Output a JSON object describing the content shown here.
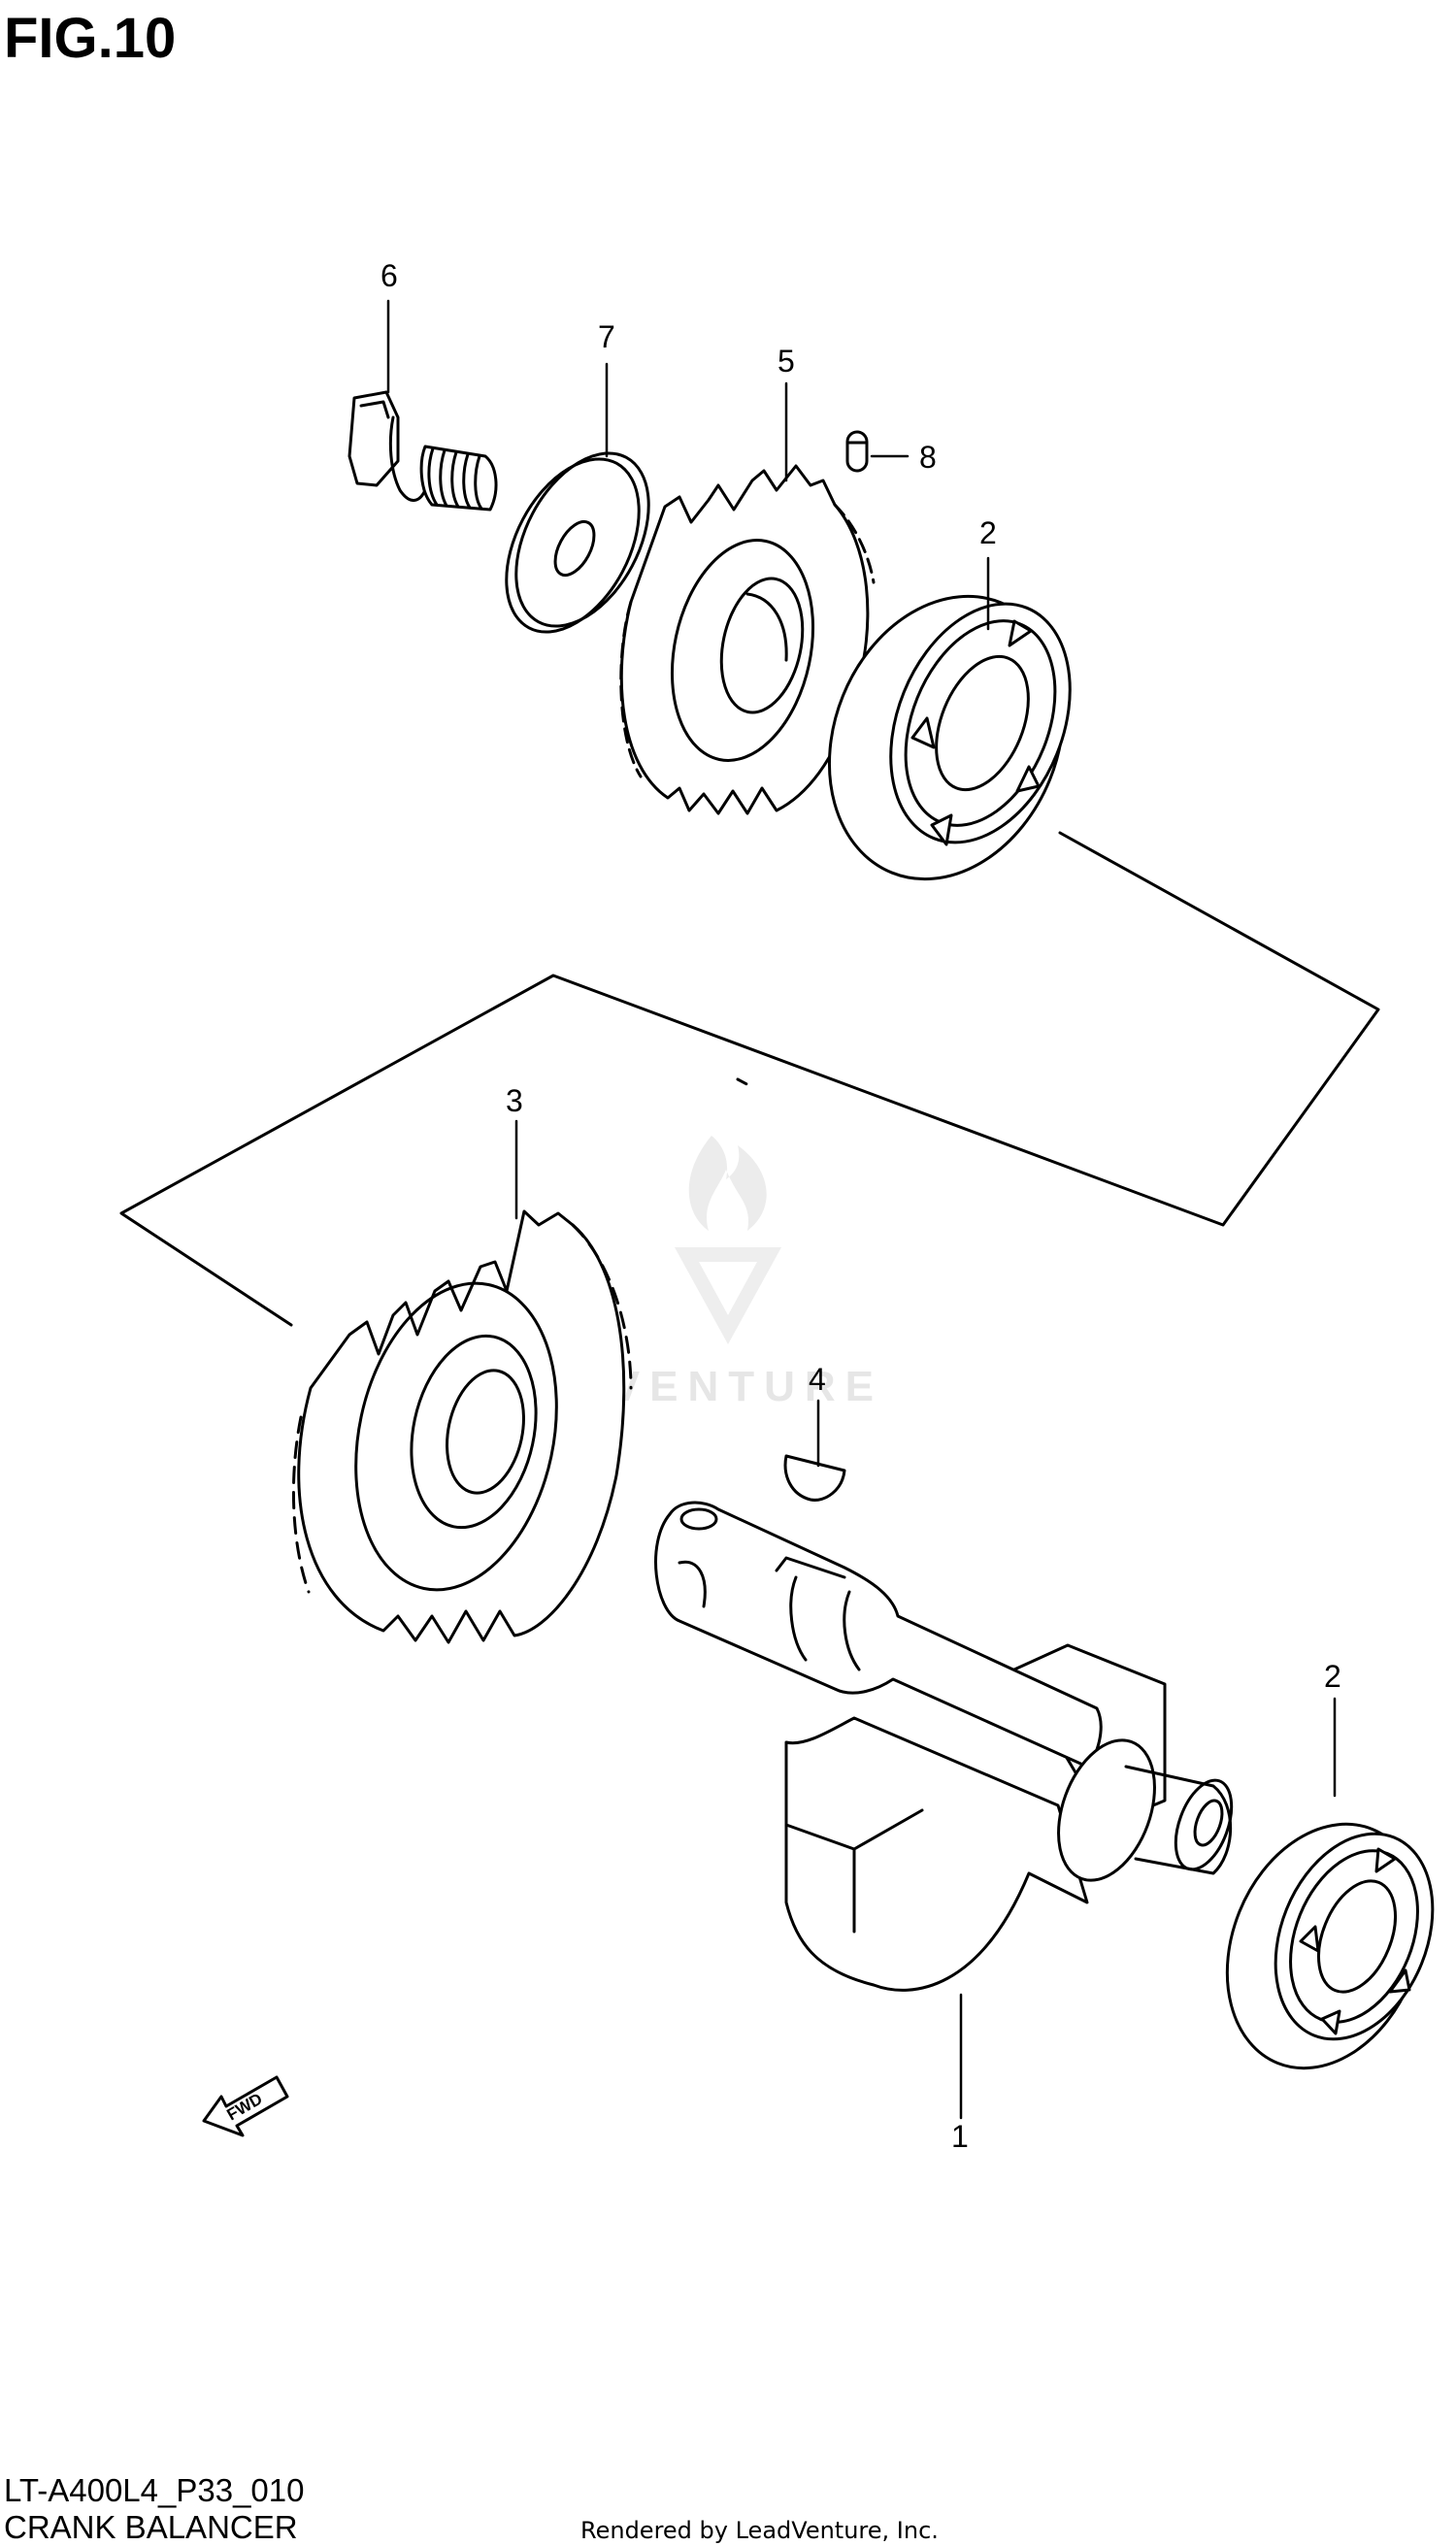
{
  "figure": {
    "title": "FIG.10",
    "model_code": "LT-A400L4_P33_010",
    "name": "CRANK BALANCER"
  },
  "callouts": {
    "c1": "1",
    "c2a": "2",
    "c2b": "2",
    "c3": "3",
    "c4": "4",
    "c5": "5",
    "c6": "6",
    "c7": "7",
    "c8": "8"
  },
  "fwd_arrow": {
    "label": "FWD"
  },
  "watermark": {
    "text": "LEADVENTURE"
  },
  "footer": {
    "rendered_by": "Rendered by LeadVenture, Inc."
  },
  "colors": {
    "line": "#000000",
    "watermark": "#e6e6e6",
    "background": "#ffffff"
  }
}
